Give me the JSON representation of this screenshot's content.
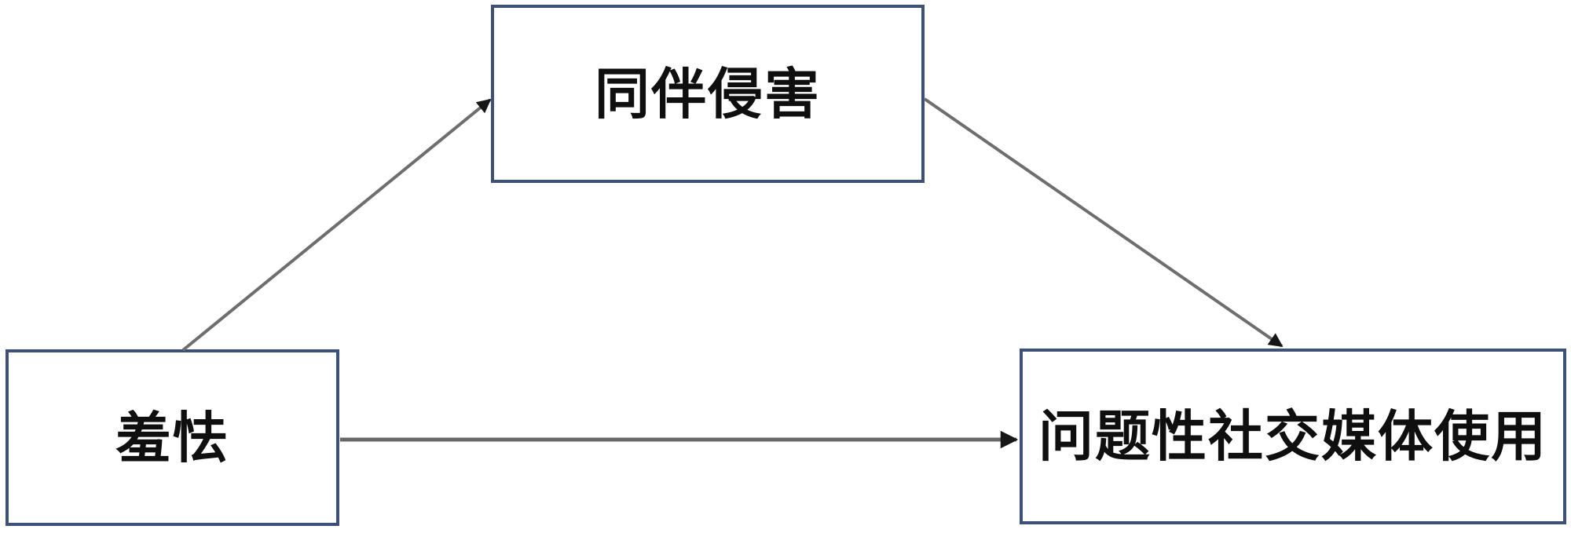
{
  "diagram": {
    "type": "path-diagram",
    "nodes": [
      {
        "id": "peer-victimization",
        "label": "同伴侵害"
      },
      {
        "id": "shyness",
        "label": "羞怯"
      },
      {
        "id": "problematic-social-media-use",
        "label": "问题性社交媒体使用"
      }
    ],
    "edges": [
      {
        "from": "shyness",
        "to": "peer-victimization",
        "style": "arrow"
      },
      {
        "from": "peer-victimization",
        "to": "problematic-social-media-use",
        "style": "arrow"
      },
      {
        "from": "shyness",
        "to": "problematic-social-media-use",
        "style": "arrow"
      }
    ],
    "colors": {
      "background": "#ffffff",
      "box_fill": "#ffffff",
      "box_border": "#3d5178",
      "line": "#6e6e6e",
      "arrowhead": "#161616",
      "text": "#0f0f0f"
    }
  }
}
